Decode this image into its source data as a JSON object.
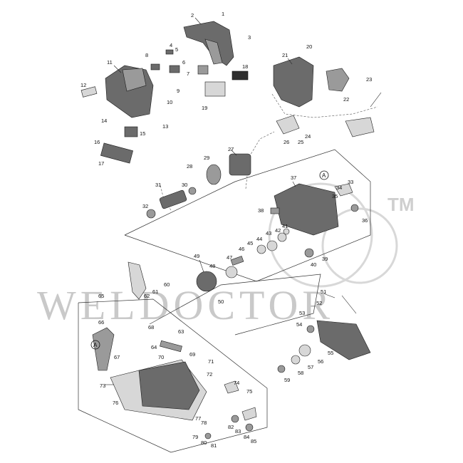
{
  "watermark": "WELDOCTOR",
  "trademark": "TM",
  "callout_a": "A",
  "part_numbers": [
    "1",
    "2",
    "3",
    "4",
    "5",
    "6",
    "7",
    "8",
    "9",
    "10",
    "11",
    "12",
    "13",
    "14",
    "15",
    "16",
    "17",
    "18",
    "19",
    "20",
    "21",
    "22",
    "23",
    "24",
    "25",
    "26",
    "27",
    "28",
    "29",
    "30",
    "31",
    "32",
    "33",
    "34",
    "35",
    "36",
    "37",
    "38",
    "39",
    "40",
    "41",
    "42",
    "43",
    "44",
    "45",
    "46",
    "47",
    "48",
    "49",
    "50",
    "51",
    "52",
    "53",
    "54",
    "55",
    "56",
    "57",
    "58",
    "59",
    "60",
    "61",
    "62",
    "63",
    "64",
    "65",
    "66",
    "67",
    "68",
    "69",
    "70",
    "71",
    "72",
    "73",
    "74",
    "75",
    "76",
    "77",
    "78",
    "79",
    "80",
    "81",
    "82",
    "83",
    "84",
    "85"
  ]
}
